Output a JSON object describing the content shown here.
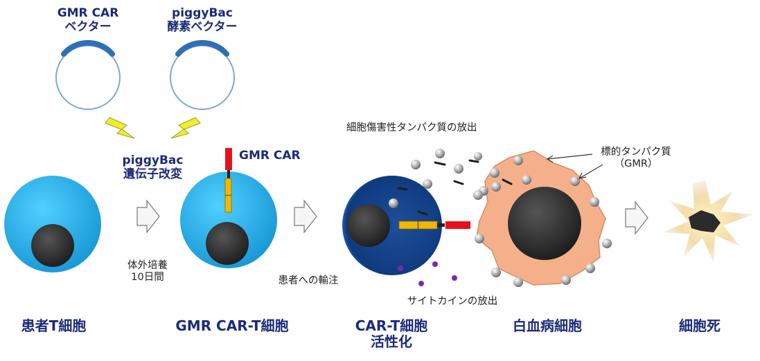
{
  "top": {
    "gmr_vector": [
      "GMR CAR",
      "ベクター"
    ],
    "piggy_vector": [
      "piggyBac",
      "酵素ベクター"
    ],
    "electroporation": "電気穿孔",
    "gene_mod": [
      "piggyBac",
      "遺伝子改変"
    ]
  },
  "car_label": "GMR CAR",
  "culture": [
    "体外培養",
    "10日間"
  ],
  "infusion": "患者への輸注",
  "cytotoxic_release": "細胞傷害性タンパク質の放出",
  "target": [
    "標的タンパク質",
    "（GMR）"
  ],
  "cytokine_release": "サイトカインの放出",
  "bottom": {
    "patient_t": "患者T細胞",
    "gmr_cart": "GMR CAR-T細胞",
    "activated": [
      "CAR-T細胞",
      "活性化"
    ],
    "leukemia": "白血病細胞",
    "death": "細胞死"
  },
  "colors": {
    "cell_blue": "#29b4e8",
    "nucleus": "#2b2b2b",
    "car_red": "#e8111b",
    "car_yellow": "#f2b705",
    "leukemia": "#f4b08a",
    "text_navy": "#1c2a78",
    "lightning": "#f2ee25"
  }
}
